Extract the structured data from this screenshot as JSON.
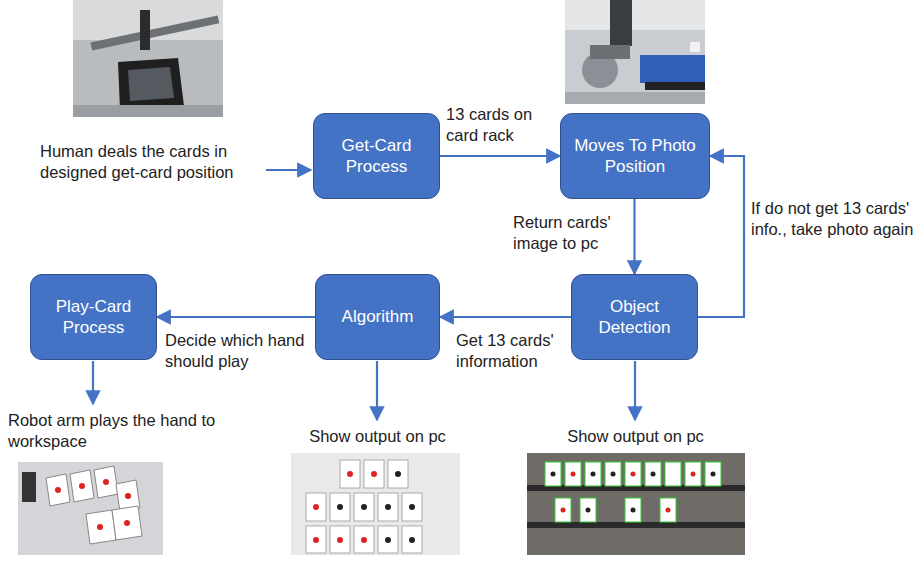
{
  "diagram": {
    "nodes": [
      {
        "text": [
          "Get-Card Process"
        ]
      },
      {
        "text": [
          "Moves To Photo Position"
        ]
      },
      {
        "text": [
          "Object Detection"
        ]
      },
      {
        "text": [
          "Algorithm"
        ]
      },
      {
        "text": [
          "Play-Card Process"
        ]
      }
    ],
    "edges": [
      {
        "from": 0,
        "to": 1,
        "label": "13 cards on card rack",
        "arrow": "to"
      },
      {
        "from": 1,
        "to": 2,
        "label": "Return cards' image to pc",
        "arrow": "to"
      },
      {
        "from": 2,
        "to": 1,
        "label": "If do not get 13 cards' info., take photo again",
        "arrow": "to"
      },
      {
        "from": 2,
        "to": 3,
        "label": "Get 13 cards' information",
        "arrow": "to"
      },
      {
        "from": 3,
        "to": 4,
        "label": "Decide which hand should play",
        "arrow": "to"
      }
    ],
    "labels": [
      "Human deals the cards in designed get-card position",
      "Robot arm plays the hand to workspace",
      "Show output on pc",
      "Show output on pc"
    ]
  }
}
